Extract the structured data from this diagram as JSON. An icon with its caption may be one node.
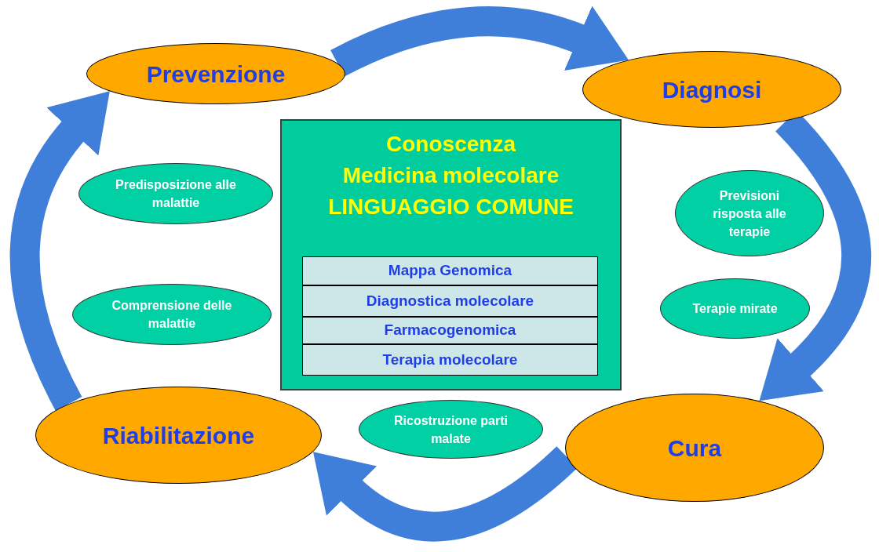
{
  "diagram": {
    "nodes": [
      {
        "text": [
          "Prevenzione"
        ]
      },
      {
        "text": [
          "Diagnosi"
        ]
      },
      {
        "text": [
          "Conoscenza",
          "Medicina molecolare",
          "LINGUAGGIO COMUNE"
        ]
      },
      {
        "text": [
          "Mappa Genomica"
        ],
        "in": 2
      },
      {
        "text": [
          "Diagnostica molecolare"
        ],
        "in": 2
      },
      {
        "text": [
          "Farmacogenomica"
        ],
        "in": 2
      },
      {
        "text": [
          "Terapia molecolare"
        ],
        "in": 2
      },
      {
        "text": [
          "Predisposizione alle malattie"
        ]
      },
      {
        "text": [
          "Comprensione delle malattie"
        ]
      },
      {
        "text": [
          "Previsioni risposta alle terapie"
        ]
      },
      {
        "text": [
          "Terapie mirate"
        ]
      },
      {
        "text": [
          "Riabilitazione"
        ]
      },
      {
        "text": [
          "Ricostruzione parti malate"
        ]
      },
      {
        "text": [
          "Cura"
        ]
      }
    ],
    "edges": [
      {
        "from": 0,
        "to": 1,
        "arrow": "to"
      },
      {
        "from": 1,
        "to": 13,
        "arrow": "to"
      },
      {
        "from": 13,
        "to": 11,
        "arrow": "to"
      },
      {
        "from": 11,
        "to": 0,
        "arrow": "to"
      }
    ]
  }
}
